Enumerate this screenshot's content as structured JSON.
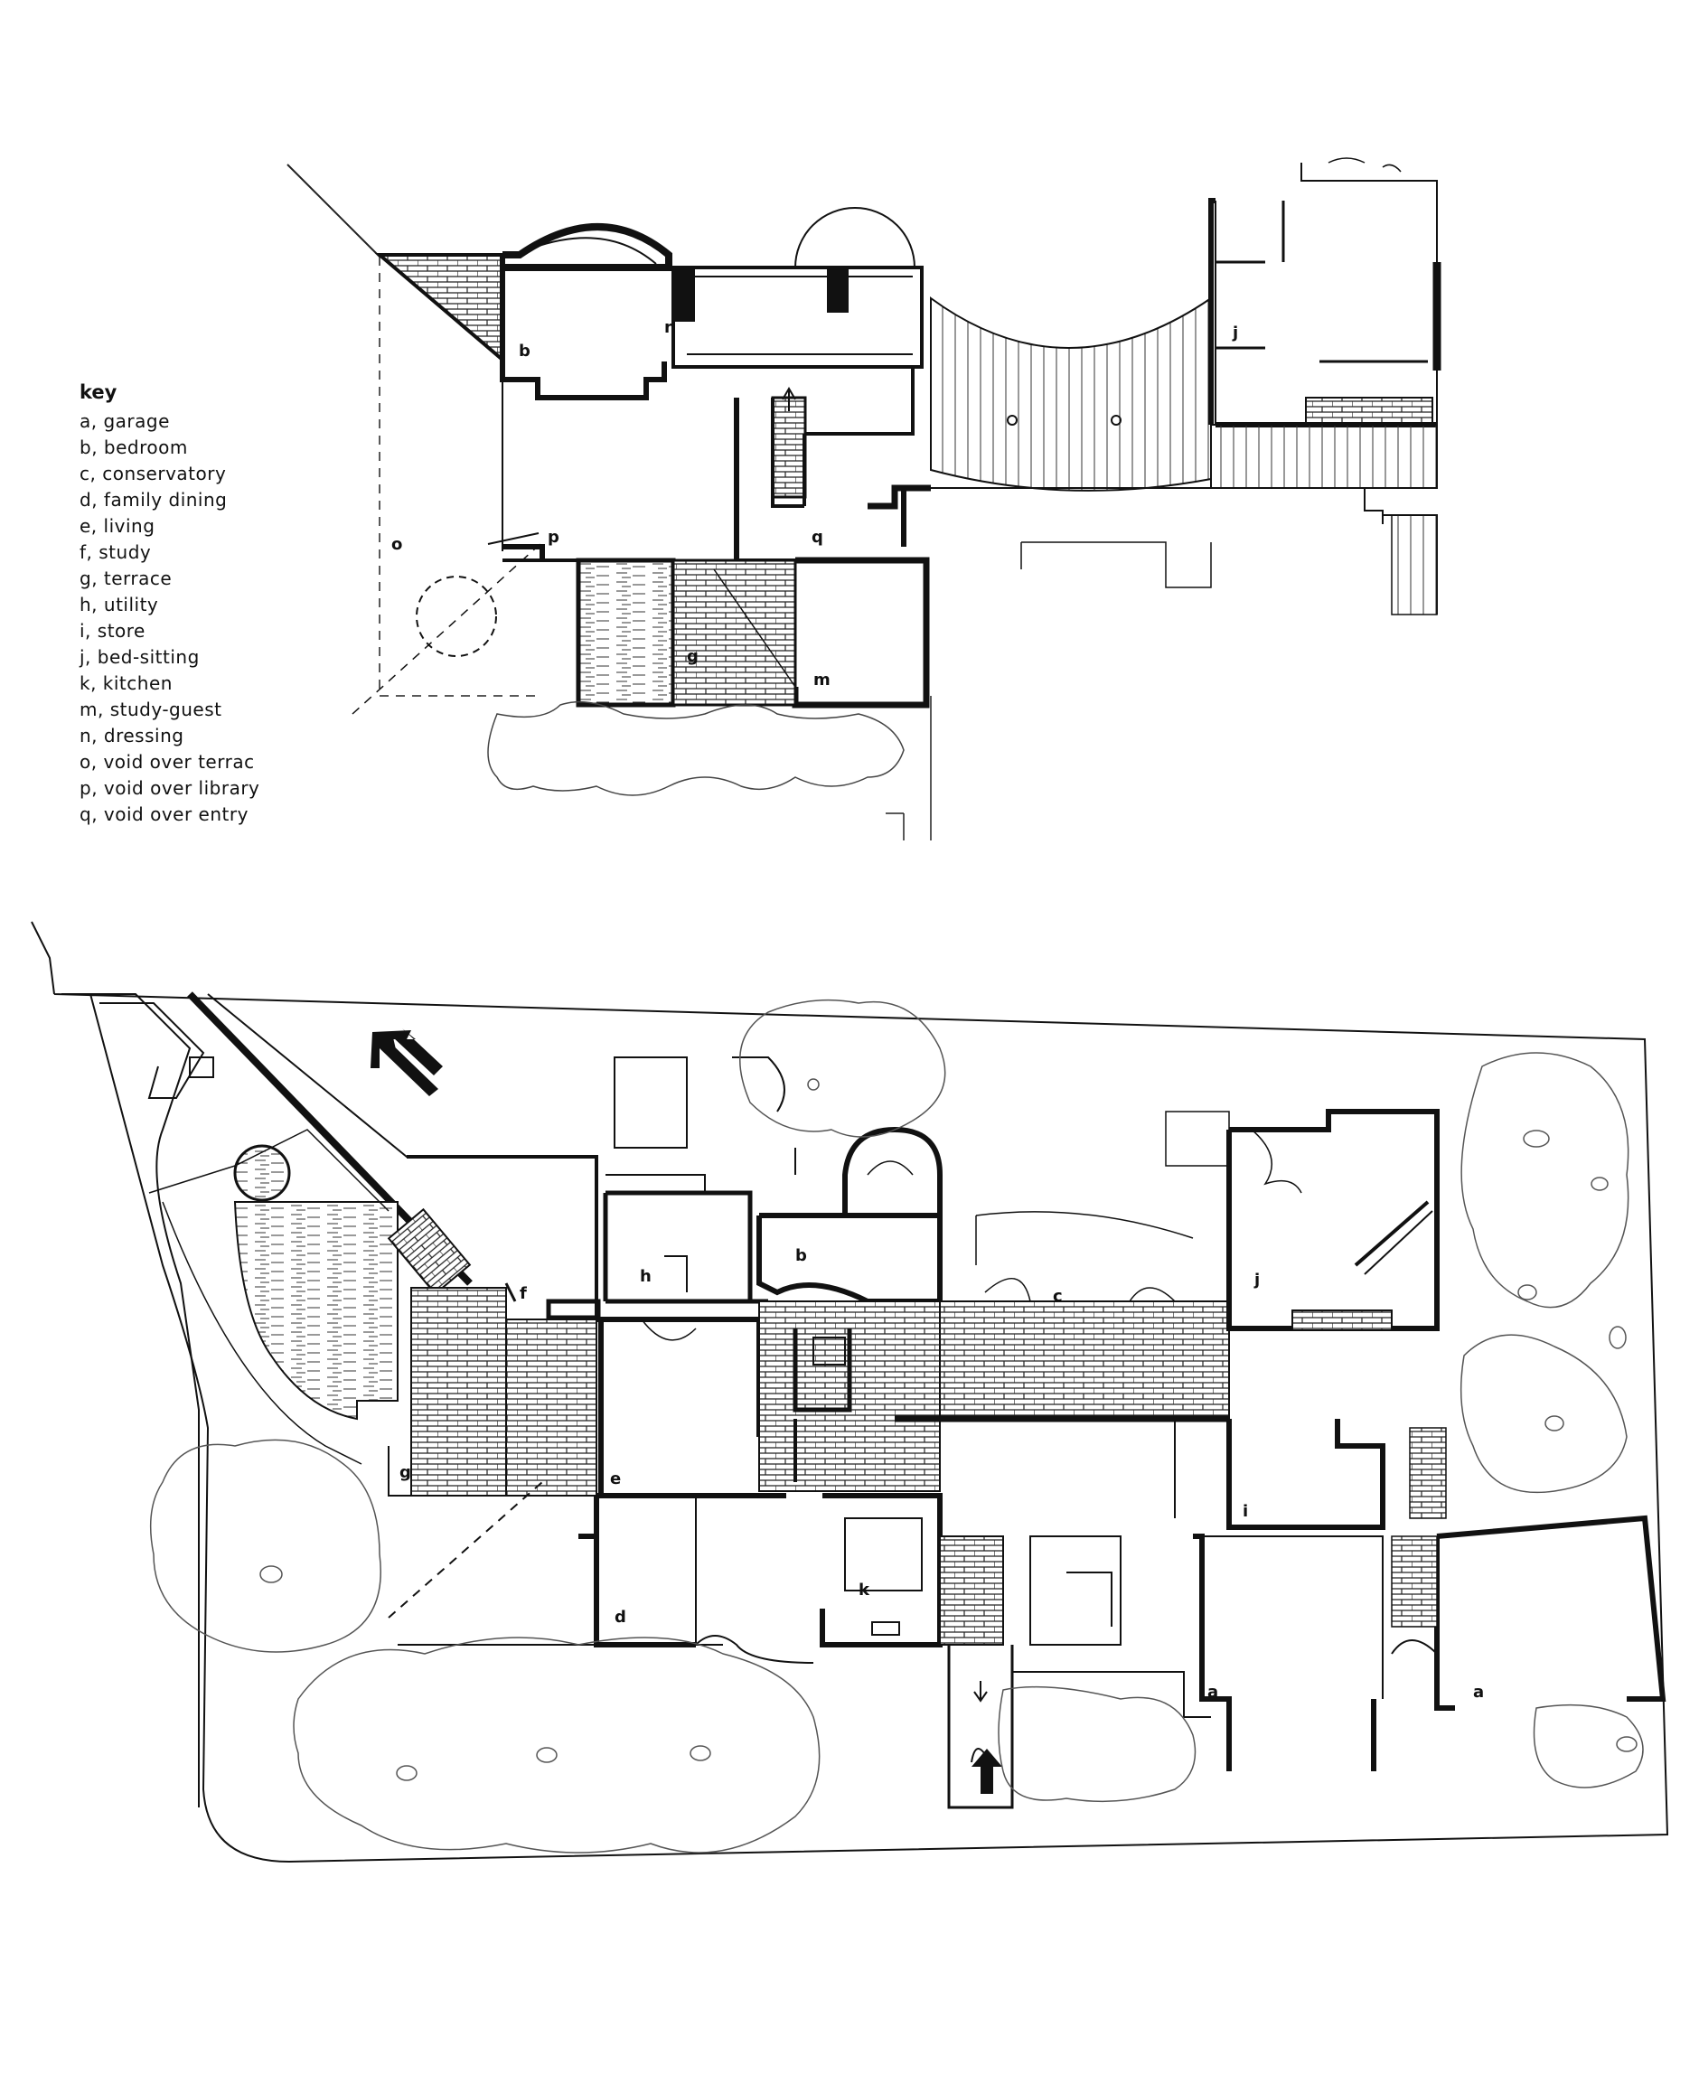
{
  "key": {
    "title": "key",
    "items": [
      "a, garage",
      "b, bedroom",
      "c, conservatory",
      "d, family dining",
      "e, living",
      "f, study",
      "g, terrace",
      "h, utility",
      "i, store",
      "j, bed-sitting",
      "k, kitchen",
      "m, study-guest",
      "n, dressing",
      "o, void over terrac",
      "p, void over library",
      "q, void over entry"
    ]
  },
  "upper_plan": {
    "labels": {
      "b": "b",
      "n": "n",
      "j": "j",
      "o": "o",
      "p": "p",
      "q": "q",
      "g": "g",
      "m": "m"
    }
  },
  "lower_plan": {
    "labels": {
      "b": "b",
      "h": "h",
      "f": "f",
      "c": "c",
      "j": "j",
      "g": "g",
      "e": "e",
      "i": "i",
      "d": "d",
      "k": "k",
      "a1": "a",
      "a2": "a"
    }
  }
}
